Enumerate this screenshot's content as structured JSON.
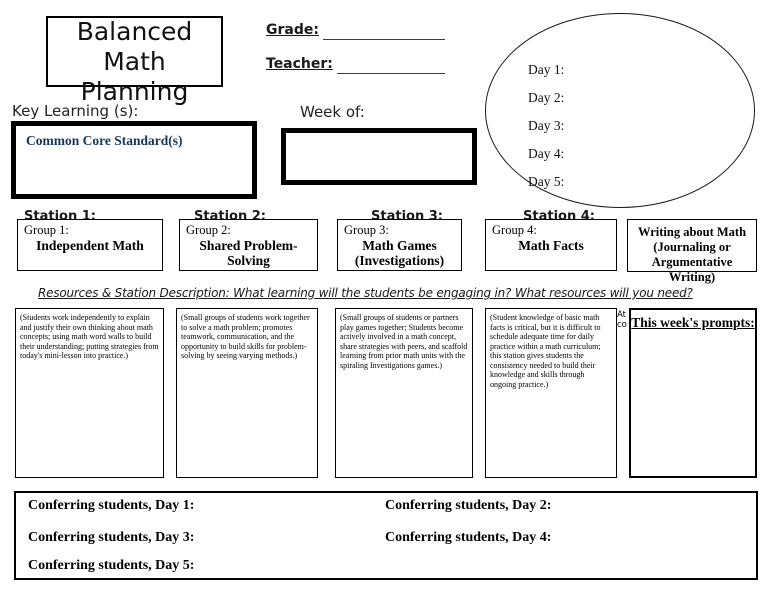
{
  "page_title": "Balanced Math Planning",
  "title_lines": [
    "Balanced",
    "Math",
    "Planning"
  ],
  "header": {
    "grade_label": "Grade:",
    "teacher_label": "Teacher:",
    "key_learning_label": "Key Learning (s):",
    "week_of_label": "Week of:",
    "common_core_label": "Common Core Standard(s)"
  },
  "ellipse_days": [
    "Day 1:",
    "Day 2:",
    "Day 3:",
    "Day 4:",
    "Day 5:"
  ],
  "stations": [
    {
      "station_label": "Station 1:",
      "group_label": "Group 1:",
      "name": "Independent Math",
      "description": "(Students work independently to explain and justify their own thinking about math concepts; using math word walls to build their understanding; putting strategies from today's mini-lesson into practice.)"
    },
    {
      "station_label": "Station 2:",
      "group_label": "Group 2:",
      "name": "Shared Problem-Solving",
      "description": "(Small groups of students work together to solve a math problem; promotes teamwork, communication, and the opportunity to build skills for problem-solving by seeing varying methods.)"
    },
    {
      "station_label": "Station 3:",
      "group_label": "Group 3:",
      "name": "Math Games (Investigations)",
      "description": "(Small groups of students or partners play games together; Students become actively involved in a math concept, share strategies with peers, and scaffold learning from prior math units with the spiraling Investigations games.)"
    },
    {
      "station_label": "Station 4:",
      "group_label": "Group 4:",
      "name": "Math Facts",
      "description": "(Student knowledge of basic math facts is critical, but it is difficult to schedule adequate time for daily practice within a math curriculum; this station gives students the consistency needed to build their knowledge and skills through ongoing practice.)"
    }
  ],
  "writing_station": {
    "lines": [
      "Writing about Math",
      "(Journaling or",
      "Argumentative Writing)"
    ]
  },
  "resources_heading": "Resources & Station Description:  What learning will the students be engaging in? What resources will you need?",
  "overflow_fragment": "At\nco",
  "prompts_heading": "This week's prompts:",
  "conferring": [
    "Conferring students, Day 1:",
    "Conferring students, Day 2:",
    "Conferring students, Day 3:",
    "Conferring students, Day 4:",
    "Conferring students, Day 5:"
  ],
  "colors": {
    "standard_blue": "#17365D",
    "ink": "#000000",
    "paper": "#ffffff"
  }
}
